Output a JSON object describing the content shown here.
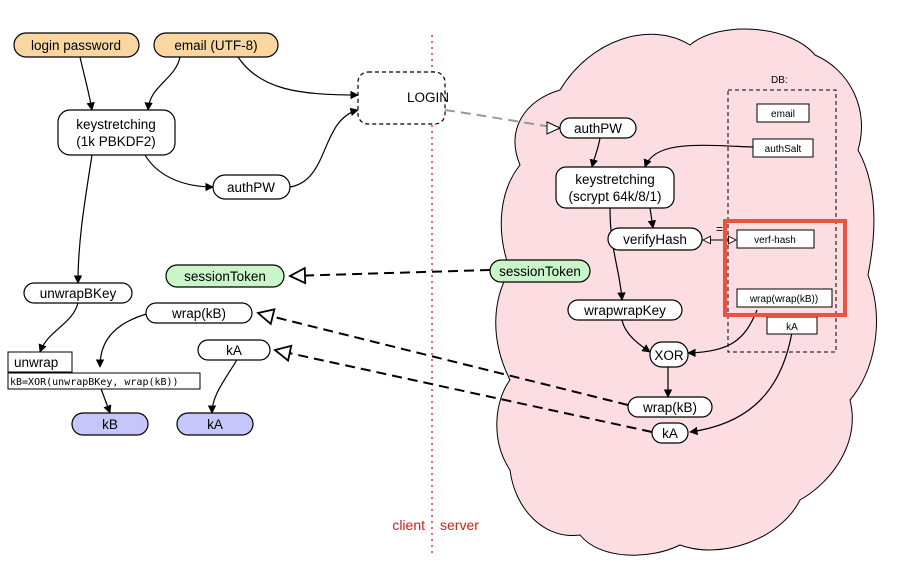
{
  "colors": {
    "input_node": "#fad7a0",
    "session_node": "#c9f5c9",
    "key_node": "#c6c6fb",
    "server_cloud": "#fbdde2",
    "highlight": "#e8543f",
    "divider": "#cc1f1f"
  },
  "nodes": {
    "login_password": "login password",
    "email": "email (UTF-8)",
    "keystretching_client_line1": "keystretching",
    "keystretching_client_line2": "(1k PBKDF2)",
    "authpw_client": "authPW",
    "login": "LOGIN",
    "authpw_server": "authPW",
    "keystretching_server_line1": "keystretching",
    "keystretching_server_line2": "(scrypt 64k/8/1)",
    "verifyhash": "verifyHash",
    "session_token_client": "sessionToken",
    "session_token_server": "sessionToken",
    "unwrapbkey": "unwrapBKey",
    "wrap_kb_client": "wrap(kB)",
    "ka_client": "kA",
    "unwrap_title": "unwrap",
    "unwrap_formula": "kB=XOR(unwrapBKey, wrap(kB))",
    "kb_result": "kB",
    "ka_result": "kA",
    "wrapwrapkey": "wrapwrapKey",
    "xor": "XOR",
    "wrap_kb_server": "wrap(kB)",
    "ka_server": "kA"
  },
  "db": {
    "label": "DB:",
    "fields": {
      "email": "email",
      "authsalt": "authSalt",
      "verf_hash": "verf-hash",
      "wrap_wrap_kb": "wrap(wrap(kB))",
      "ka": "kA"
    }
  },
  "divider": {
    "client_label": "client",
    "server_label": "server"
  }
}
